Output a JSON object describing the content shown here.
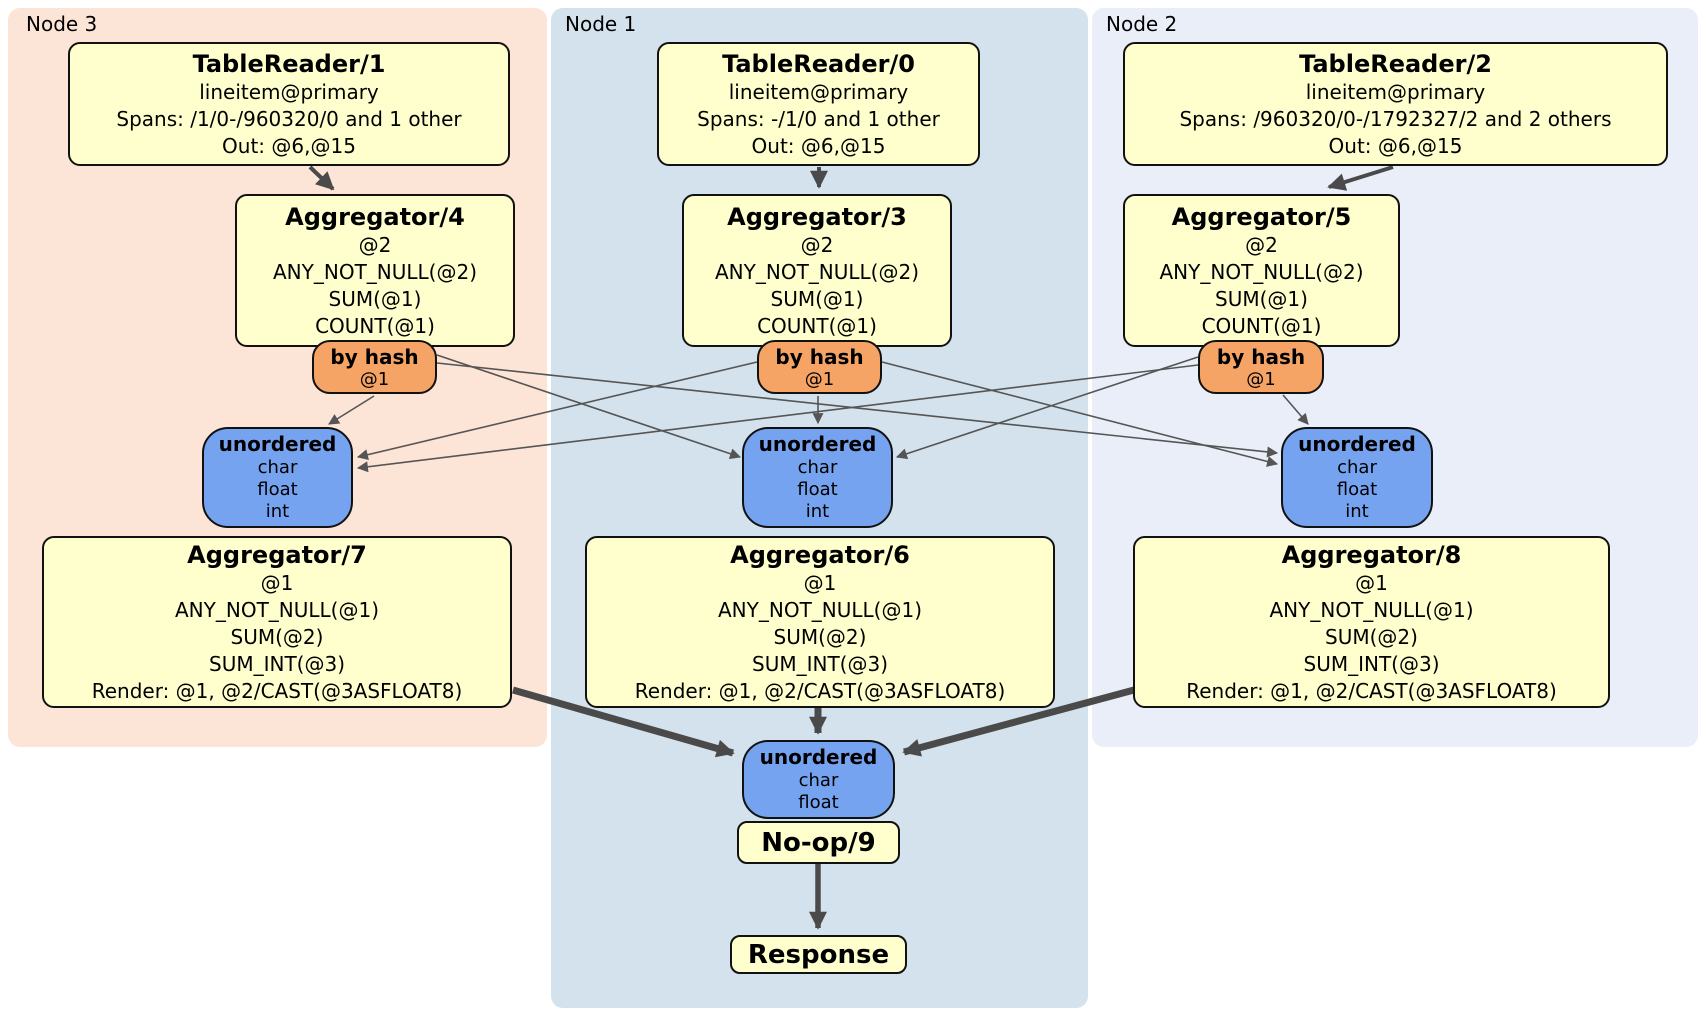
{
  "colors": {
    "node3_bg": "#fce4d6",
    "node1_bg": "#d3e2ec",
    "node2_bg": "#e9eef8",
    "processor_bg": "#ffffce",
    "router_bg": "#f5a465",
    "sync_bg": "#76a3f0",
    "edge": "#4a4a4a"
  },
  "nodes": {
    "node3": {
      "label": "Node 3",
      "tablereader": {
        "title": "TableReader/1",
        "table": "lineitem@primary",
        "spans": "Spans: /1/0-/960320/0 and 1 other",
        "out": "Out: @6,@15"
      },
      "aggregator_top": {
        "title": "Aggregator/4",
        "group_cols": "@2",
        "fn1": "ANY_NOT_NULL(@2)",
        "fn2": "SUM(@1)",
        "fn3": "COUNT(@1)"
      },
      "router": {
        "type": "by hash",
        "cols": "@1"
      },
      "sync": {
        "type": "unordered",
        "col1": "char",
        "col2": "float",
        "col3": "int"
      },
      "aggregator_bottom": {
        "title": "Aggregator/7",
        "group_cols": "@1",
        "fn1": "ANY_NOT_NULL(@1)",
        "fn2": "SUM(@2)",
        "fn3": "SUM_INT(@3)",
        "render": "Render: @1, @2/CAST(@3ASFLOAT8)"
      }
    },
    "node1": {
      "label": "Node 1",
      "tablereader": {
        "title": "TableReader/0",
        "table": "lineitem@primary",
        "spans": "Spans: -/1/0 and 1 other",
        "out": "Out: @6,@15"
      },
      "aggregator_top": {
        "title": "Aggregator/3",
        "group_cols": "@2",
        "fn1": "ANY_NOT_NULL(@2)",
        "fn2": "SUM(@1)",
        "fn3": "COUNT(@1)"
      },
      "router": {
        "type": "by hash",
        "cols": "@1"
      },
      "sync": {
        "type": "unordered",
        "col1": "char",
        "col2": "float",
        "col3": "int"
      },
      "aggregator_bottom": {
        "title": "Aggregator/6",
        "group_cols": "@1",
        "fn1": "ANY_NOT_NULL(@1)",
        "fn2": "SUM(@2)",
        "fn3": "SUM_INT(@3)",
        "render": "Render: @1, @2/CAST(@3ASFLOAT8)"
      }
    },
    "node2": {
      "label": "Node 2",
      "tablereader": {
        "title": "TableReader/2",
        "table": "lineitem@primary",
        "spans": "Spans: /960320/0-/1792327/2 and 2 others",
        "out": "Out: @6,@15"
      },
      "aggregator_top": {
        "title": "Aggregator/5",
        "group_cols": "@2",
        "fn1": "ANY_NOT_NULL(@2)",
        "fn2": "SUM(@1)",
        "fn3": "COUNT(@1)"
      },
      "router": {
        "type": "by hash",
        "cols": "@1"
      },
      "sync": {
        "type": "unordered",
        "col1": "char",
        "col2": "float",
        "col3": "int"
      },
      "aggregator_bottom": {
        "title": "Aggregator/8",
        "group_cols": "@1",
        "fn1": "ANY_NOT_NULL(@1)",
        "fn2": "SUM(@2)",
        "fn3": "SUM_INT(@3)",
        "render": "Render: @1, @2/CAST(@3ASFLOAT8)"
      }
    }
  },
  "final": {
    "sync": {
      "type": "unordered",
      "col1": "char",
      "col2": "float"
    },
    "noop": {
      "title": "No-op/9"
    },
    "response": {
      "title": "Response"
    }
  }
}
